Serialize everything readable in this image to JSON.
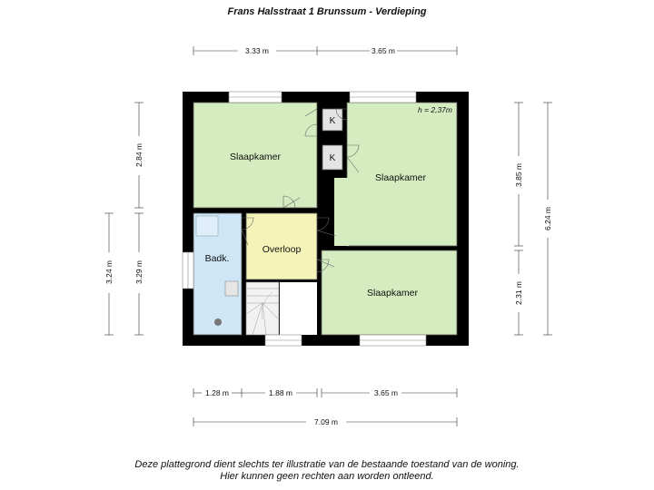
{
  "title": "Frans Halsstraat 1 Brunssum - Verdieping",
  "rooms": {
    "bedroom_top_left": "Slaapkamer",
    "bedroom_top_right": "Slaapkamer",
    "bedroom_bottom_right": "Slaapkamer",
    "landing": "Overloop",
    "bathroom": "Badk.",
    "closet_1": "K",
    "closet_2": "K"
  },
  "ceiling_height": "h = 2,37m",
  "dimensions": {
    "top_left": "3.33 m",
    "top_right": "3.65 m",
    "bottom_1": "1.28 m",
    "bottom_2": "1.88 m",
    "bottom_3": "3.65 m",
    "total_width": "7.09 m",
    "left_upper": "2.84 m",
    "left_lower": "3.29 m",
    "left_total": "3.24 m",
    "right_upper": "3.85 m",
    "right_lower": "2.31 m",
    "right_total": "6.24 m"
  },
  "colors": {
    "bedroom": "#d4ecc0",
    "landing": "#f4f4b8",
    "bathroom": "#cfe6f7",
    "wall": "#000000"
  },
  "disclaimer": {
    "line1": "Deze plattegrond dient slechts ter illustratie van de bestaande toestand van de woning.",
    "line2": "Hier kunnen geen rechten aan worden ontleend."
  }
}
